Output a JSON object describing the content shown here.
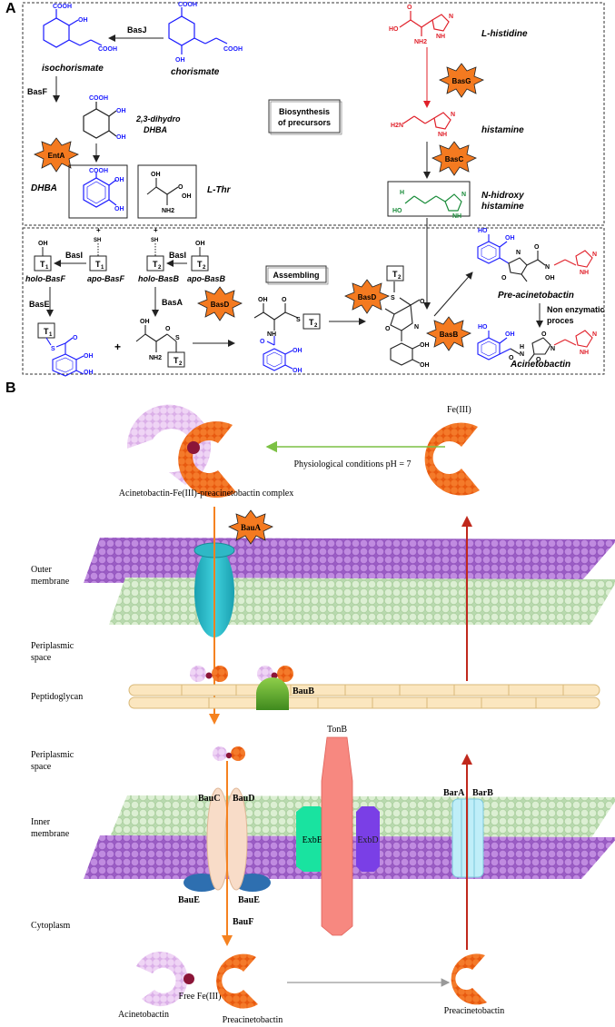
{
  "panel_a": {
    "letter": "A",
    "biosynthesis_box": "Biosynthesis of precursors",
    "biosynthesis_l1": "Biosynthesis",
    "biosynthesis_l2": "of precursors",
    "assembling_box": "Assembling",
    "compounds": {
      "isochorismate": "isochorismate",
      "chorismate": "chorismate",
      "dhdhba_l1": "2,3-dihydro",
      "dhdhba_l2": "DHBA",
      "dhba": "DHBA",
      "lthr": "L-Thr",
      "lhis": "L-histidine",
      "histamine": "histamine",
      "nhydroxy_l1": "N-hidroxy",
      "nhydroxy_l2": "histamine",
      "holo_basf": "holo-BasF",
      "apo_basf": "apo-BasF",
      "holo_basb": "holo-BasB",
      "apo_basb": "apo-BasB",
      "pre_acinetobactin": "Pre-acinetobactin",
      "non_enzymatic_l1": "Non enzymatic",
      "non_enzymatic_l2": "proces",
      "acinetobactin": "Acinetobactin"
    },
    "enzymes": {
      "basj": "BasJ",
      "basf": "BasF",
      "enta": "EntA",
      "basg": "BasG",
      "basc": "BasC",
      "basi_1": "BasI",
      "basi_2": "BasI",
      "base": "BasE",
      "basa": "BasA",
      "basd_1": "BasD",
      "basd_2": "BasD",
      "basb": "BasB"
    },
    "carriers": {
      "t1": "T",
      "t2": "T",
      "sub1": "1",
      "sub2": "2"
    },
    "chem_text": {
      "cooh": "COOH",
      "oh": "OH",
      "sh": "SH",
      "nh2": "NH2",
      "o": "O",
      "s": "S",
      "n": "N",
      "nh": "NH",
      "h2n": "H2N",
      "ho": "HO",
      "h": "H",
      "plus": "+"
    }
  },
  "panel_b": {
    "letter": "B",
    "fe_top": "Fe(III)",
    "ph_label": "Physiological conditions pH = 7",
    "complex_label": "Acinetobactin-Fe(III)-preacinetobactin complex",
    "baua": "BauA",
    "outer_l1": "Outer",
    "outer_l2": "membrane",
    "peri1_l1": "Periplasmic",
    "peri1_l2": "space",
    "peptidoglycan": "Peptidoglycan",
    "baub": "BauB",
    "peri2_l1": "Periplasmic",
    "peri2_l2": "space",
    "tonb": "TonB",
    "bauc": "BauC",
    "baud": "BauD",
    "bara": "BarA",
    "barb": "BarB",
    "inner_l1": "Inner",
    "inner_l2": "membrane",
    "exbb": "ExbB",
    "exbd": "ExbD",
    "baue_1": "BauE",
    "baue_2": "BauE",
    "bauf": "BauF",
    "cytoplasm": "Cytoplasm",
    "acinetobactin": "Acinetobactin",
    "free_fe": "Free Fe(III)",
    "preacinetobactin_1": "Preacinetobactin",
    "preacinetobactin_2": "Preacinetobactin"
  },
  "colors": {
    "enzyme_star": "#f47a20",
    "blue_structure": "#1a1aff",
    "red_structure": "#e0202a",
    "green_structure": "#1a8c3a",
    "orange_ball": "#f26b1d",
    "lilac_ball": "#e8c8f0",
    "purple_membrane": "#b274d6",
    "green_membrane": "#c9e6c0",
    "fe_dot": "#8b1538",
    "arrow_green": "#7cc144",
    "arrow_red": "#c0281c",
    "arrow_orange": "#f58220"
  }
}
